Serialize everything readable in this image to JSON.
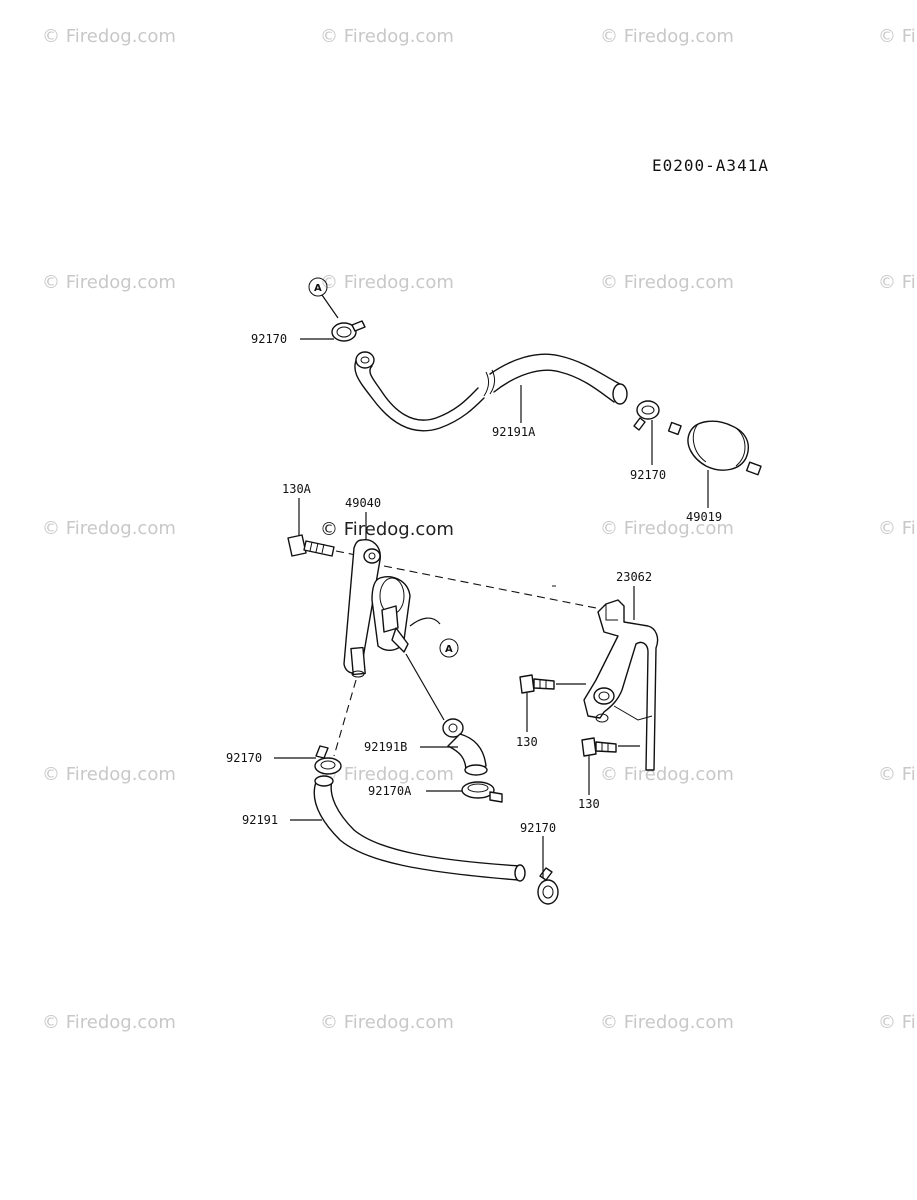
{
  "diagram_code": "E0200-A341A",
  "watermark": "© Firedog.com",
  "watermark_center": "© Firedog.com",
  "ref_marker": "A",
  "parts": {
    "clamp_top": "92170",
    "hose_top": "92191A",
    "clamp_filter": "92170",
    "fuel_filter": "49019",
    "bolt_130a": "130A",
    "fuel_pump": "49040",
    "bracket": "23062",
    "bolt_130_a": "130",
    "bolt_130_b": "130",
    "clamp_left": "92170",
    "hose_elbow": "92191B",
    "clamp_elbow": "92170A",
    "hose_bottom": "92191",
    "clamp_bottom": "92170"
  }
}
